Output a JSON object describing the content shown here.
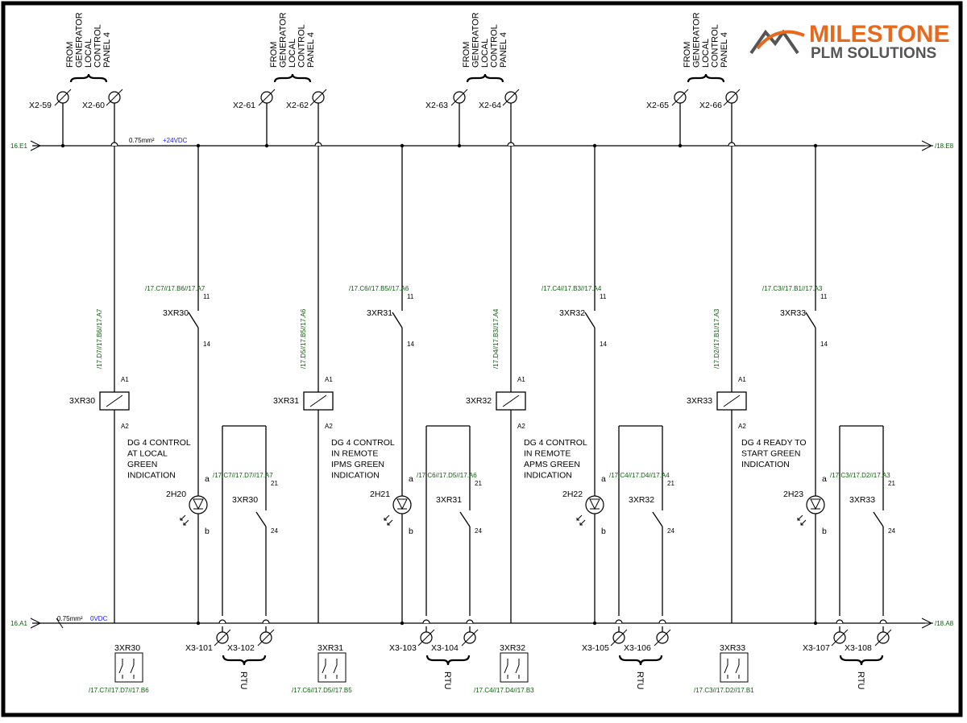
{
  "logo": {
    "name": "MILESTONE",
    "tagline": "PLM SOLUTIONS",
    "accent": "#e8681c",
    "grey": "#555555"
  },
  "rails": {
    "top_left_ref": "16.E1",
    "top_right_ref": "/18.E8",
    "top_wire_size": "0.75mm²",
    "top_voltage": "+24VDC",
    "bottom_left_ref": "16.A1",
    "bottom_right_ref": "/18.A8",
    "bottom_wire_size": "0.75mm²",
    "bottom_voltage": "0VDC"
  },
  "source_text": [
    "FROM",
    "GENERATOR",
    "LOCAL",
    "CONTROL",
    "PANEL 4"
  ],
  "rtu_label": "RTU",
  "terminal_pins": {
    "a": "a",
    "b": "b",
    "A1": "A1",
    "A2": "A2",
    "p11": "11",
    "p14": "14",
    "p21": "21",
    "p24": "24"
  },
  "circuits": [
    {
      "terminals": [
        "X2-59",
        "X2-60"
      ],
      "contact1": {
        "name": "3XR30",
        "ref": "/17.C7//17.B6//17.A7"
      },
      "coil": {
        "name": "3XR30",
        "ref": "/17.D7//17.B6//17.A7"
      },
      "indication": [
        "DG 4 CONTROL",
        "AT LOCAL",
        "GREEN",
        "INDICATION"
      ],
      "lamp": "2H20",
      "contact2": {
        "name": "3XR30",
        "ref": "/17.C7//17.D7//17.A7"
      },
      "rtu_terminals": [
        "X3-101",
        "X3-102"
      ],
      "symbol": {
        "name": "3XR30",
        "ref": "/17.C7//17.D7//17.B6"
      }
    },
    {
      "terminals": [
        "X2-61",
        "X2-62"
      ],
      "contact1": {
        "name": "3XR31",
        "ref": "/17.C6//17.B5//17.A6"
      },
      "coil": {
        "name": "3XR31",
        "ref": "/17.D5//17.B5//17.A6"
      },
      "indication": [
        "DG 4 CONTROL",
        "IN REMOTE",
        "IPMS GREEN",
        "INDICATION"
      ],
      "lamp": "2H21",
      "contact2": {
        "name": "3XR31",
        "ref": "/17.C6//17.D5//17.A6"
      },
      "rtu_terminals": [
        "X3-103",
        "X3-104"
      ],
      "symbol": {
        "name": "3XR31",
        "ref": "/17.C6//17.D5//17.B5"
      }
    },
    {
      "terminals": [
        "X2-63",
        "X2-64"
      ],
      "contact1": {
        "name": "3XR32",
        "ref": "/17.C4//17.B3//17.A4"
      },
      "coil": {
        "name": "3XR32",
        "ref": "/17.D4//17.B3//17.A4"
      },
      "indication": [
        "DG 4 CONTROL",
        "IN REMOTE",
        "APMS GREEN",
        "INDICATION"
      ],
      "lamp": "2H22",
      "contact2": {
        "name": "3XR32",
        "ref": "/17.C4//17.D4//17.A4"
      },
      "rtu_terminals": [
        "X3-105",
        "X3-106"
      ],
      "symbol": {
        "name": "3XR32",
        "ref": "/17.C4//17.D4//17.B3"
      }
    },
    {
      "terminals": [
        "X2-65",
        "X2-66"
      ],
      "contact1": {
        "name": "3XR33",
        "ref": "/17.C3//17.B1//17.A3"
      },
      "coil": {
        "name": "3XR33",
        "ref": "/17.D2//17.B1//17.A3"
      },
      "indication": [
        "DG 4 READY TO",
        "START GREEN",
        "INDICATION"
      ],
      "lamp": "2H23",
      "contact2": {
        "name": "3XR33",
        "ref": "/17.C3//17.D2//17.A3"
      },
      "rtu_terminals": [
        "X3-107",
        "X3-108"
      ],
      "symbol": {
        "name": "3XR33",
        "ref": "/17.C3//17.D2//17.B1"
      }
    }
  ]
}
